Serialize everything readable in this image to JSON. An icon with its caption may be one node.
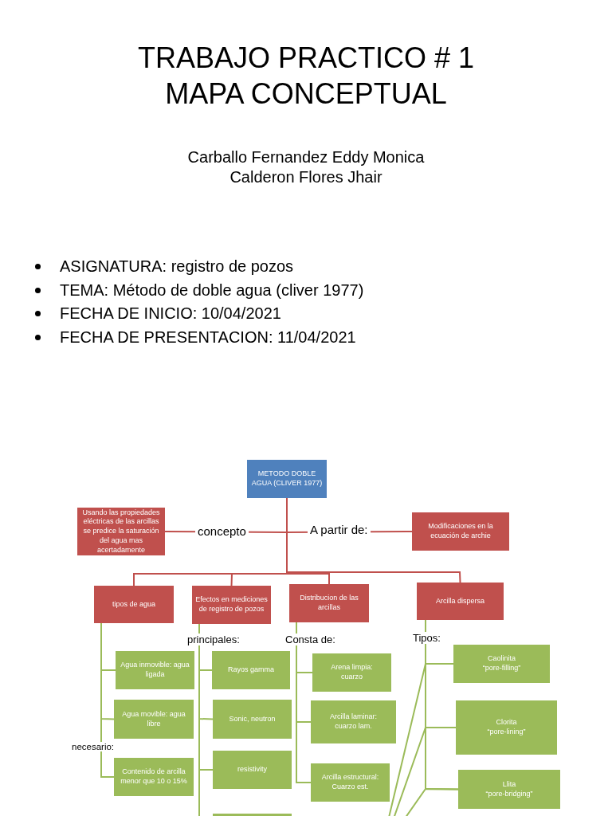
{
  "diagram": {
    "title": "TRABAJO PRACTICO # 1 MAPA CONCEPTUAL",
    "nodes": [
      {
        "text": [
          "METODO DOBLE AGUA (CLIVER 1977)"
        ]
      },
      {
        "text": [
          "Usando las propiedades eléctricas de las arcillas se predice la saturación del agua mas acertadamente"
        ]
      },
      {
        "text": [
          "Modificaciones en la ecuación de archie"
        ]
      },
      {
        "text": [
          "tipos de agua"
        ]
      },
      {
        "text": [
          "Efectos en mediciones de registro de pozos"
        ]
      },
      {
        "text": [
          "Distribucion de las arcillas"
        ]
      },
      {
        "text": [
          "Arcilla dispersa"
        ]
      },
      {
        "text": [
          "Agua inmovible: agua ligada"
        ]
      },
      {
        "text": [
          "Agua movible: agua libre"
        ]
      },
      {
        "text": [
          "Contenido de arcilla menor que 10 o 15%"
        ]
      },
      {
        "text": [
          "Rayos gamma"
        ]
      },
      {
        "text": [
          "Sonic, neutron"
        ]
      },
      {
        "text": [
          "resistivity"
        ]
      },
      {
        "text": [],
        "shape": "box"
      },
      {
        "text": [
          "Arena limpia: cuarzo"
        ]
      },
      {
        "text": [
          "Arcilla laminar: cuarzo lam."
        ]
      },
      {
        "text": [
          "Arcilla estructural: Cuarzo est."
        ]
      },
      {
        "text": [
          "Caolinita “pore-filling”"
        ]
      },
      {
        "text": [
          "Clorita “pore-lining”"
        ]
      },
      {
        "text": [
          "Llita “pore-bridging”"
        ]
      }
    ],
    "edges": [
      {
        "from": 0,
        "to": 1,
        "arrow": "none",
        "label": "concepto",
        "color": "#c0504d"
      },
      {
        "from": 0,
        "to": 2,
        "arrow": "none",
        "label": "A partir de:",
        "color": "#c0504d"
      },
      {
        "from": 0,
        "to": 3,
        "arrow": "none",
        "color": "#c0504d"
      },
      {
        "from": 0,
        "to": 4,
        "arrow": "none",
        "color": "#c0504d"
      },
      {
        "from": 0,
        "to": 5,
        "arrow": "none",
        "color": "#c0504d"
      },
      {
        "from": 0,
        "to": 6,
        "arrow": "none",
        "color": "#c0504d"
      },
      {
        "from": 3,
        "to": 7,
        "arrow": "none"
      },
      {
        "from": 3,
        "to": 8,
        "arrow": "none"
      },
      {
        "from": 3,
        "to": 9,
        "arrow": "none"
      },
      {
        "from": 4,
        "to": 10,
        "arrow": "none"
      },
      {
        "from": 4,
        "to": 11,
        "arrow": "none"
      },
      {
        "from": 4,
        "to": 12,
        "arrow": "none"
      },
      {
        "from": 4,
        "to": 13,
        "arrow": "none"
      },
      {
        "from": 5,
        "to": 14,
        "arrow": "none"
      },
      {
        "from": 5,
        "to": 15,
        "arrow": "none"
      },
      {
        "from": 5,
        "to": 16,
        "arrow": "none"
      },
      {
        "from": 6,
        "to": 17,
        "arrow": "none"
      },
      {
        "from": 6,
        "to": 18,
        "arrow": "none"
      },
      {
        "from": 6,
        "to": 19,
        "arrow": "none"
      },
      {
        "from": 17,
        "to": null,
        "arrow": "none"
      },
      {
        "from": 18,
        "to": null,
        "arrow": "none"
      },
      {
        "from": 19,
        "to": null,
        "arrow": "none"
      }
    ],
    "labels": [
      "Carballo Fernandez Eddy Monica",
      "Calderon Flores Jhair",
      "ASIGNATURA: registro de pozos",
      "TEMA: Método de doble agua (cliver 1977)",
      "FECHA DE INICIO: 10/04/2021",
      "FECHA DE PRESENTACION: 11/04/2021",
      "principales:",
      "Consta de:",
      "Tipos:",
      "necesario:"
    ]
  }
}
